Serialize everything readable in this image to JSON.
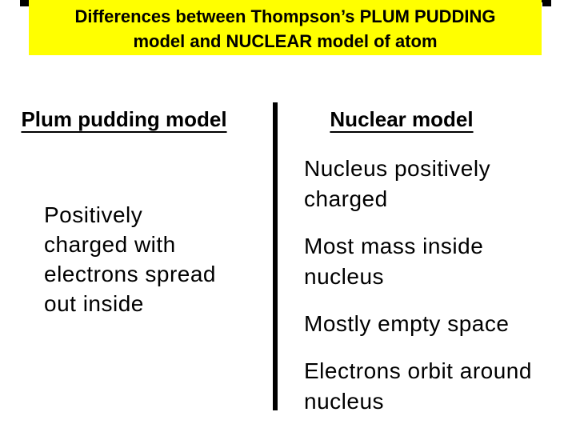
{
  "slide": {
    "background_color": "#ffffff",
    "title_highlight_color": "#ffff00",
    "text_color": "#000000",
    "divider_color": "#000000"
  },
  "title": {
    "lines": [
      "Differences between Thompson’s PLUM PUDDING",
      "model and NUCLEAR model of atom"
    ]
  },
  "columns": {
    "left": {
      "header": "Plum pudding model",
      "paragraphs": [
        {
          "lines": [
            "Positively",
            "charged with",
            "electrons spread",
            "out inside"
          ]
        }
      ]
    },
    "right": {
      "header": "Nuclear model",
      "paragraphs": [
        {
          "lines": [
            "Nucleus positively",
            "charged"
          ]
        },
        {
          "lines": [
            "Most mass inside",
            "nucleus"
          ]
        },
        {
          "lines": [
            "Mostly empty space"
          ]
        },
        {
          "lines": [
            "Electrons orbit around",
            "nucleus"
          ]
        }
      ]
    }
  }
}
